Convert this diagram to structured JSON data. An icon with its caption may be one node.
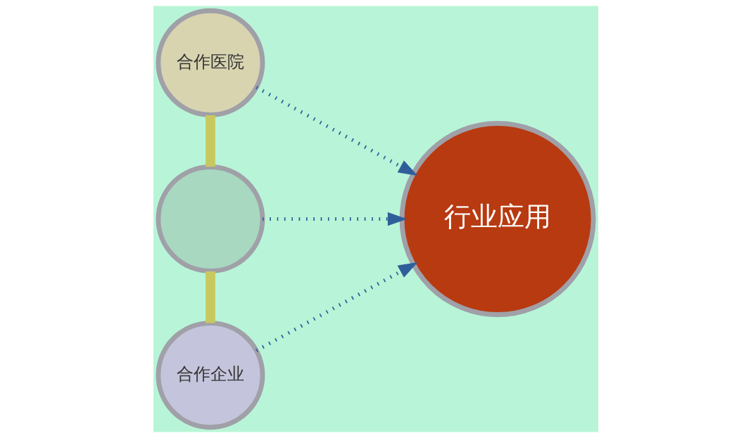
{
  "diagram": {
    "nodes": [
      {
        "text": [
          "合作医院"
        ]
      },
      {
        "text": [],
        "shape": "circle"
      },
      {
        "text": [
          "合作企业"
        ]
      },
      {
        "text": [
          "行业应用"
        ]
      }
    ],
    "edges": [
      {
        "from": 0,
        "to": 1,
        "arrow": "none",
        "style": "thick",
        "color": "#c8c860"
      },
      {
        "from": 1,
        "to": 2,
        "arrow": "none",
        "style": "thick",
        "color": "#c8c860"
      },
      {
        "from": 0,
        "to": 3,
        "arrow": "to",
        "style": "dashed"
      },
      {
        "from": 1,
        "to": 3,
        "arrow": "to",
        "style": "dashed"
      },
      {
        "from": 2,
        "to": 3,
        "arrow": "to",
        "style": "dashed"
      }
    ]
  }
}
